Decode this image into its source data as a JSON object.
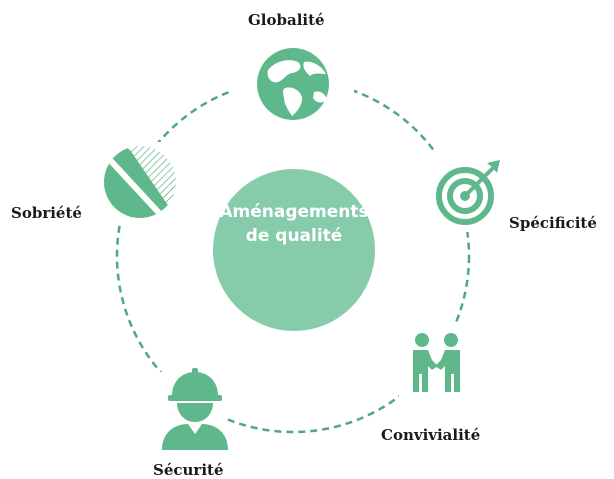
{
  "diagram": {
    "center": {
      "line1": "Aménagements",
      "line2": "de qualité"
    },
    "nodes": [
      {
        "label": "Globalité",
        "icon": "globe-icon"
      },
      {
        "label": "Spécificité",
        "icon": "target-icon"
      },
      {
        "label": "Convivialité",
        "icon": "handshake-icon"
      },
      {
        "label": "Sécurité",
        "icon": "hard-hat-worker-icon"
      },
      {
        "label": "Sobriété",
        "icon": "half-hatched-circle-icon"
      }
    ],
    "colors": {
      "accent": "#5fb88c",
      "center_fill": "#87ccaa",
      "ring": "#4fa97c",
      "text": "#1a1a1a"
    }
  }
}
